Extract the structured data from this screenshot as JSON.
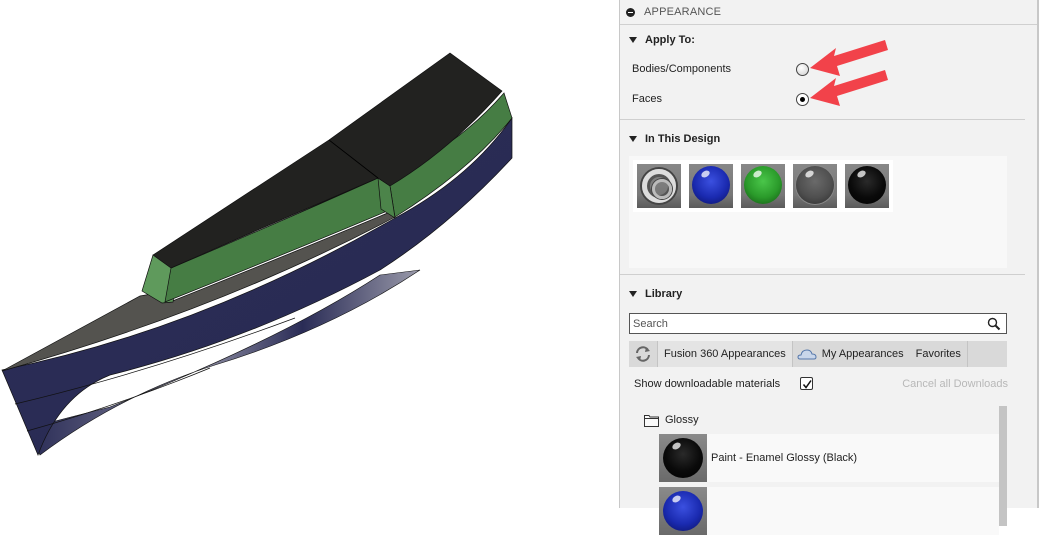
{
  "viewport": {
    "model": "3d-body-with-painted-faces",
    "face_colors": {
      "top": "#222220",
      "green_band": "#467d44",
      "gray_deck": "#54534f",
      "navy_hull": "#292b54"
    }
  },
  "panel": {
    "title": "APPEARANCE",
    "apply_to": {
      "title": "Apply To:",
      "options": [
        {
          "label": "Bodies/Components",
          "selected": false
        },
        {
          "label": "Faces",
          "selected": true
        }
      ]
    },
    "in_this_design": {
      "title": "In This Design",
      "swatches": [
        {
          "name": "chrome-ring",
          "color": "#c0c0c0"
        },
        {
          "name": "blue-glossy",
          "color": "#1a2ab0"
        },
        {
          "name": "green-glossy",
          "color": "#2a9a2a"
        },
        {
          "name": "gray-glossy",
          "color": "#4f4f4f"
        },
        {
          "name": "black-glossy",
          "color": "#0a0a0a"
        }
      ]
    },
    "library": {
      "title": "Library",
      "search_placeholder": "Search",
      "tabs": [
        {
          "label": "Fusion 360 Appearances",
          "active": true
        },
        {
          "label": "My Appearances",
          "active": false
        },
        {
          "label": "Favorites",
          "active": false
        }
      ],
      "show_downloadable_label": "Show downloadable materials",
      "show_downloadable_checked": true,
      "cancel_downloads_label": "Cancel all Downloads",
      "folder": "Glossy",
      "items": [
        {
          "label": "Paint - Enamel Glossy (Black)",
          "color": "#0a0a0a"
        },
        {
          "label": "",
          "color": "#1a2ab0"
        }
      ]
    }
  },
  "annotations": {
    "arrow_color": "#f2424a"
  }
}
